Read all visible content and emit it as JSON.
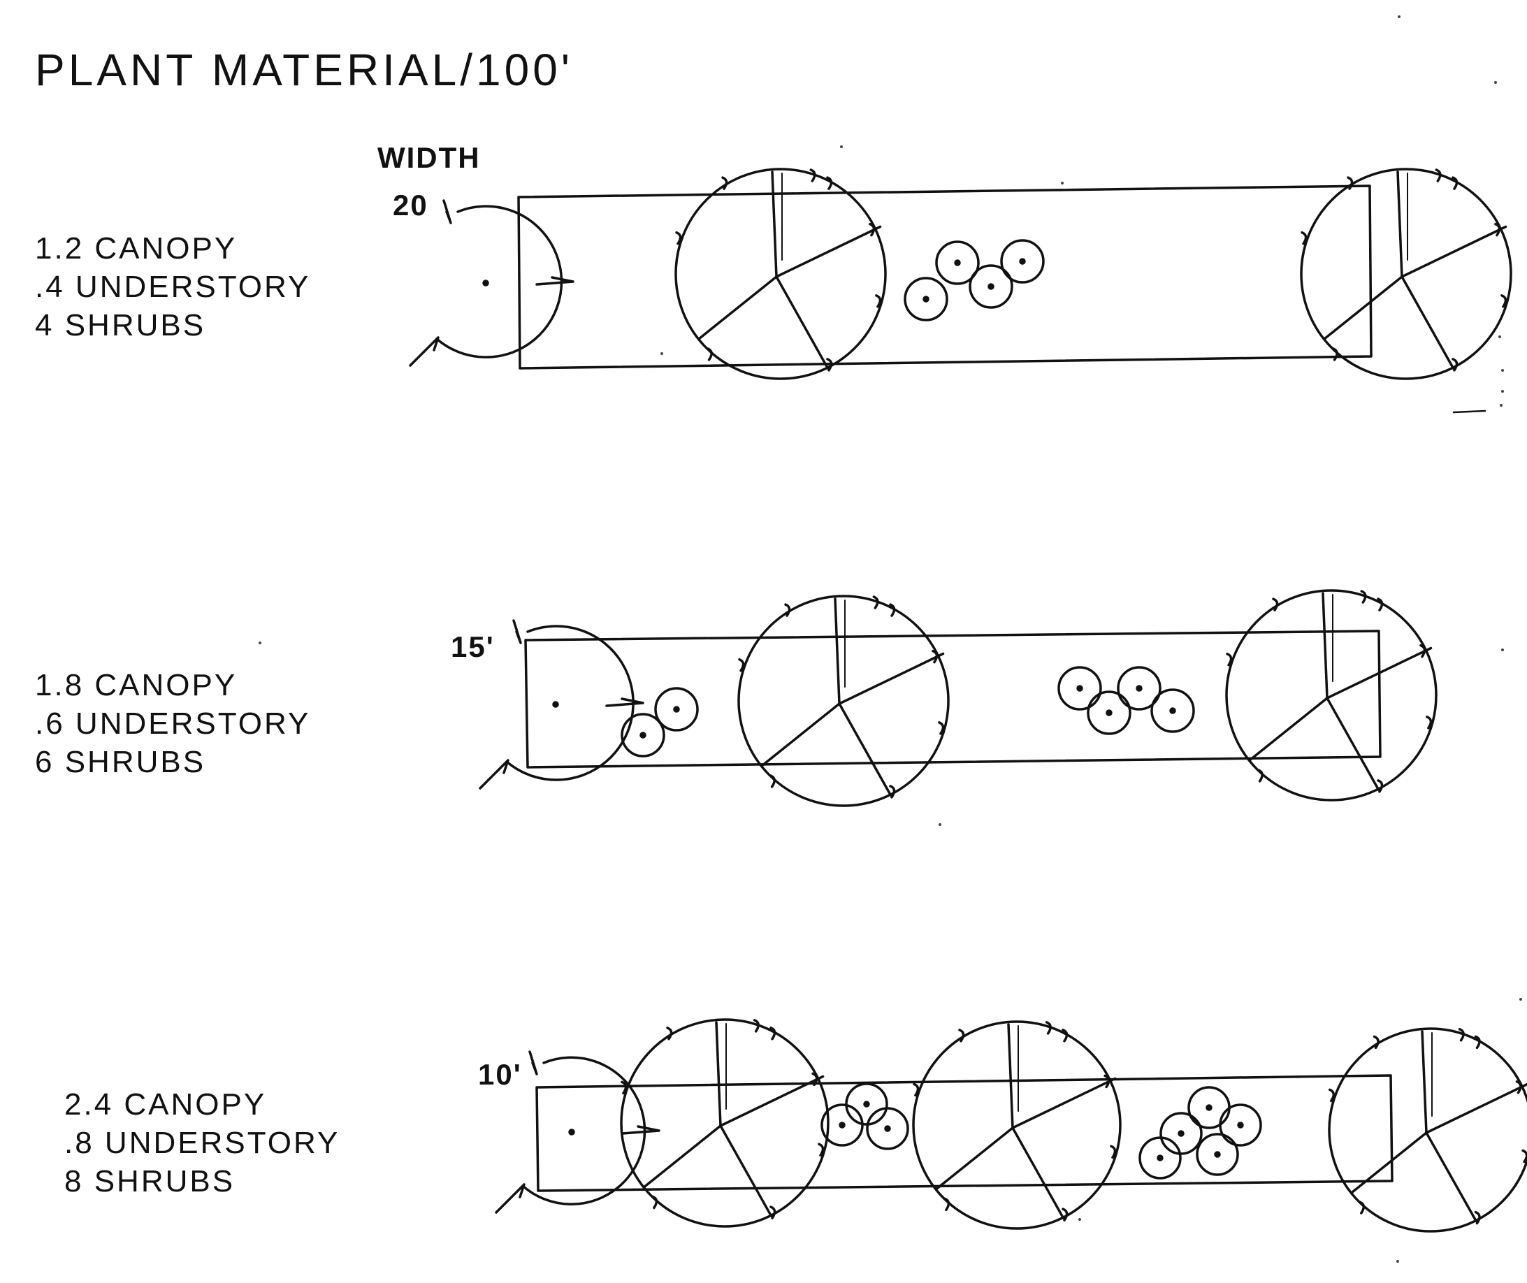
{
  "title": "PLANT MATERIAL/100'",
  "width_header": "WIDTH",
  "colors": {
    "ink": "#111111",
    "paper": "#ffffff"
  },
  "rows": [
    {
      "width_label": "20",
      "lines": [
        "1.2 CANOPY",
        ".4 UNDERSTORY",
        "4 SHRUBS"
      ]
    },
    {
      "width_label": "15'",
      "lines": [
        "1.8 CANOPY",
        ".6 UNDERSTORY",
        "6 SHRUBS"
      ]
    },
    {
      "width_label": "10'",
      "lines": [
        "2.4 CANOPY",
        ".8 UNDERSTORY",
        "8 SHRUBS"
      ]
    }
  ]
}
